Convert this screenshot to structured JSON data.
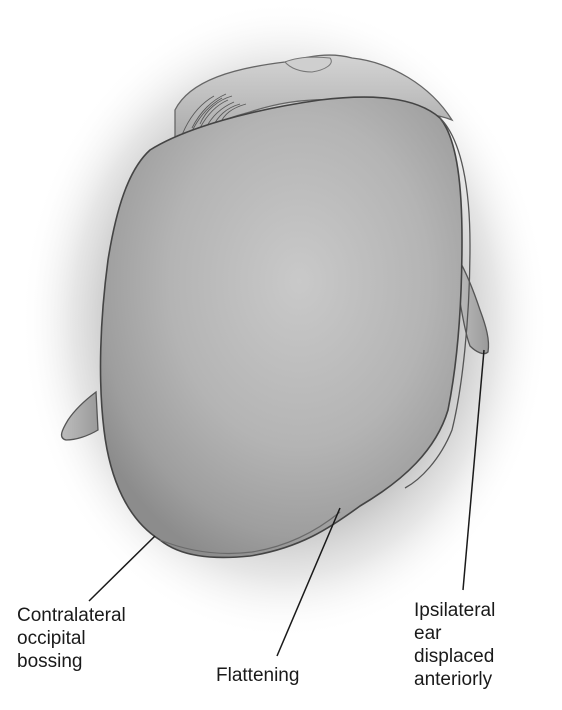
{
  "labels": {
    "contralateral": [
      "Contralateral",
      "occipital",
      "bossing"
    ],
    "flattening": [
      "Flattening"
    ],
    "ipsilateral": [
      "Ipsilateral",
      "ear",
      "displaced",
      "anteriorly"
    ]
  },
  "colors": {
    "shadow": "#8a8a8a",
    "skull_fill": "#b5b5b5",
    "outline": "#555555",
    "leader_line": "#1a1a1a"
  }
}
